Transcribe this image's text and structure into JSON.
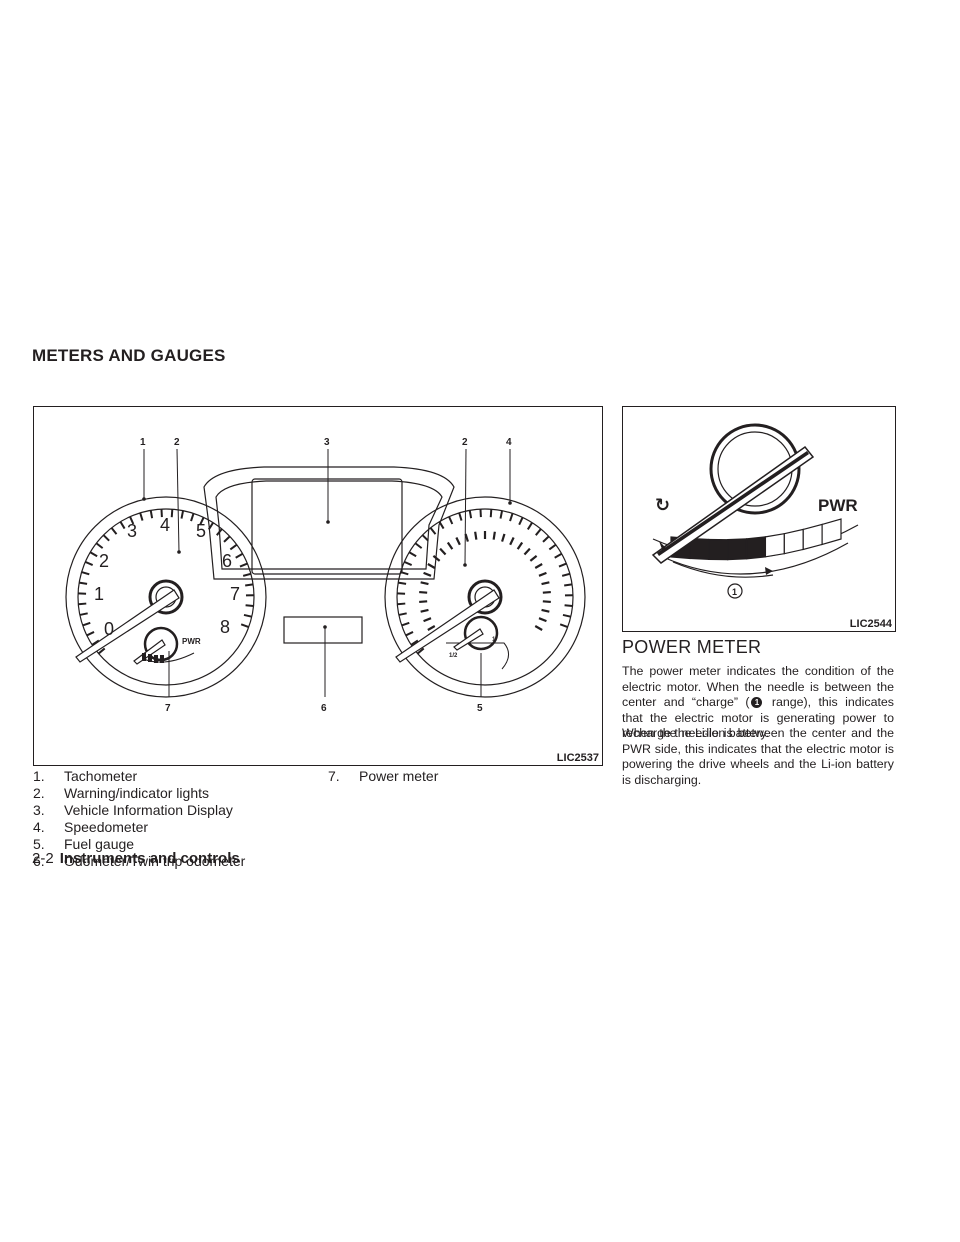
{
  "section_title": "METERS AND GAUGES",
  "figure_cluster": {
    "code": "LIC2537",
    "callouts": [
      "1",
      "2",
      "3",
      "2",
      "4",
      "7",
      "6",
      "5"
    ],
    "tach_numbers": [
      "0",
      "1",
      "2",
      "3",
      "4",
      "5",
      "6",
      "7",
      "8"
    ],
    "pwr_label": "PWR",
    "fuel_labels": [
      "1",
      "1/2"
    ]
  },
  "legend": [
    {
      "num": "1.",
      "text": "Tachometer"
    },
    {
      "num": "2.",
      "text": "Warning/indicator lights"
    },
    {
      "num": "3.",
      "text": "Vehicle Information Display"
    },
    {
      "num": "4.",
      "text": "Speedometer"
    },
    {
      "num": "5.",
      "text": "Fuel gauge"
    },
    {
      "num": "6.",
      "text": "Odometer/Twin trip odometer"
    },
    {
      "num": "7.",
      "text": "Power meter"
    }
  ],
  "figure_power": {
    "code": "LIC2544",
    "pwr_label": "PWR",
    "charge_symbol": "↻",
    "callout": "1"
  },
  "power_meter": {
    "heading": "POWER METER",
    "p1_a": "The power meter indicates the condition of the electric motor. When the needle is between the center and “charge” (",
    "p1_circ": "1",
    "p1_b": " range), this indicates that the electric motor is generating power to recharge the Li-ion battery.",
    "p2": "When the needle is between the center and the PWR side, this indicates that the electric motor is powering the drive wheels and the Li-ion battery is discharging."
  },
  "footer": {
    "page": "2-2",
    "section": "Instruments and controls"
  }
}
